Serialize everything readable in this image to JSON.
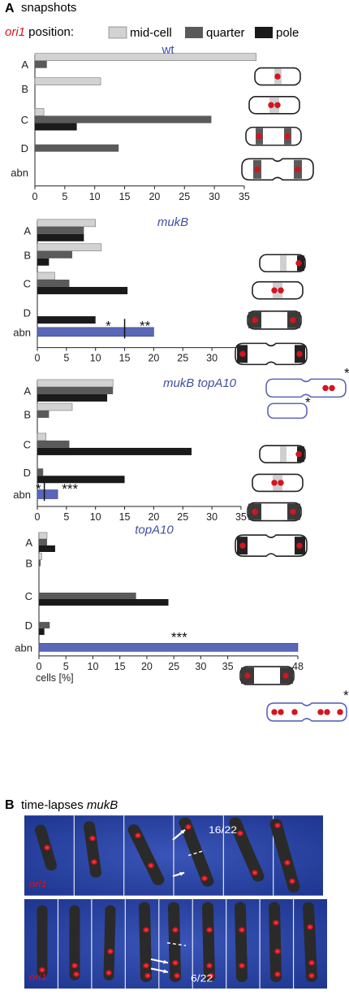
{
  "panel_a": {
    "letter": "A",
    "title": "snapshots"
  },
  "legend": {
    "prefix_red": "ori1",
    "prefix_rest": " position:",
    "entries": [
      {
        "label": "mid-cell",
        "color": "#d2d2d2"
      },
      {
        "label": "quarter",
        "color": "#5a5a5a"
      },
      {
        "label": "pole",
        "color": "#1a1a1a"
      }
    ]
  },
  "colors": {
    "midcell": "#d2d2d2",
    "quarter": "#5a5a5a",
    "pole": "#1a1a1a",
    "abn": "#5a66b8",
    "ori": "#d4141e"
  },
  "chart_data": [
    {
      "type": "bar",
      "orientation": "horizontal",
      "title": "wt",
      "categories": [
        "A",
        "B",
        "C",
        "D",
        "abn"
      ],
      "series": [
        {
          "name": "mid-cell",
          "values": [
            37,
            11,
            1.5,
            0,
            0
          ]
        },
        {
          "name": "quarter",
          "values": [
            2,
            0,
            29.5,
            14,
            0
          ]
        },
        {
          "name": "pole",
          "values": [
            0,
            0,
            7,
            0,
            0
          ]
        }
      ],
      "abn": null,
      "xlim": [
        0,
        36
      ],
      "xticks": [
        "0",
        "5",
        "10",
        "15",
        "20",
        "25",
        "30",
        "35"
      ],
      "xlabel": "",
      "annotations": []
    },
    {
      "type": "bar",
      "orientation": "horizontal",
      "title": "mukB",
      "categories": [
        "A",
        "B",
        "C",
        "D",
        "abn"
      ],
      "series": [
        {
          "name": "mid-cell",
          "values": [
            10,
            11,
            3,
            0,
            0
          ]
        },
        {
          "name": "quarter",
          "values": [
            8,
            6,
            5.5,
            0,
            0
          ]
        },
        {
          "name": "pole",
          "values": [
            8,
            2,
            15.5,
            10,
            0
          ]
        }
      ],
      "abn": 20,
      "xlim": [
        0,
        36
      ],
      "xticks": [
        "0",
        "5",
        "10",
        "15",
        "20",
        "25",
        "30",
        "35"
      ],
      "xlabel": "",
      "annotations": [
        "*",
        "**"
      ]
    },
    {
      "type": "bar",
      "orientation": "horizontal",
      "title": "mukB topA10",
      "categories": [
        "A",
        "B",
        "C",
        "D",
        "abn"
      ],
      "series": [
        {
          "name": "mid-cell",
          "values": [
            13,
            6,
            1.5,
            0,
            0
          ]
        },
        {
          "name": "quarter",
          "values": [
            13,
            2,
            5.5,
            1,
            0
          ]
        },
        {
          "name": "pole",
          "values": [
            12,
            0,
            26.5,
            15,
            0
          ]
        }
      ],
      "abn": 3.5,
      "xlim": [
        0,
        36
      ],
      "xticks": [
        "0",
        "5",
        "10",
        "15",
        "20",
        "25",
        "30",
        "35"
      ],
      "xlabel": "",
      "annotations": [
        "*",
        "***"
      ]
    },
    {
      "type": "bar",
      "orientation": "horizontal",
      "title": "topA10",
      "categories": [
        "A",
        "B",
        "C",
        "D",
        "abn"
      ],
      "series": [
        {
          "name": "mid-cell",
          "values": [
            1.5,
            0.5,
            0,
            0,
            0
          ]
        },
        {
          "name": "quarter",
          "values": [
            1.5,
            0.3,
            18,
            2,
            0
          ]
        },
        {
          "name": "pole",
          "values": [
            3,
            0,
            24,
            1,
            0
          ]
        }
      ],
      "abn": 48,
      "xlim": [
        0,
        48
      ],
      "xticks": [
        "0",
        "5",
        "10",
        "15",
        "20",
        "25",
        "30",
        "35",
        "48"
      ],
      "xlabel": "cells [%]",
      "annotations": [
        "***"
      ]
    }
  ],
  "panel_b": {
    "letter": "B",
    "title_plain": "time-lapses ",
    "title_italic": "mukB",
    "strip1": {
      "label": "ori1",
      "fraction": "16/22"
    },
    "strip2": {
      "label": "ori1",
      "fraction": "6/22"
    }
  }
}
